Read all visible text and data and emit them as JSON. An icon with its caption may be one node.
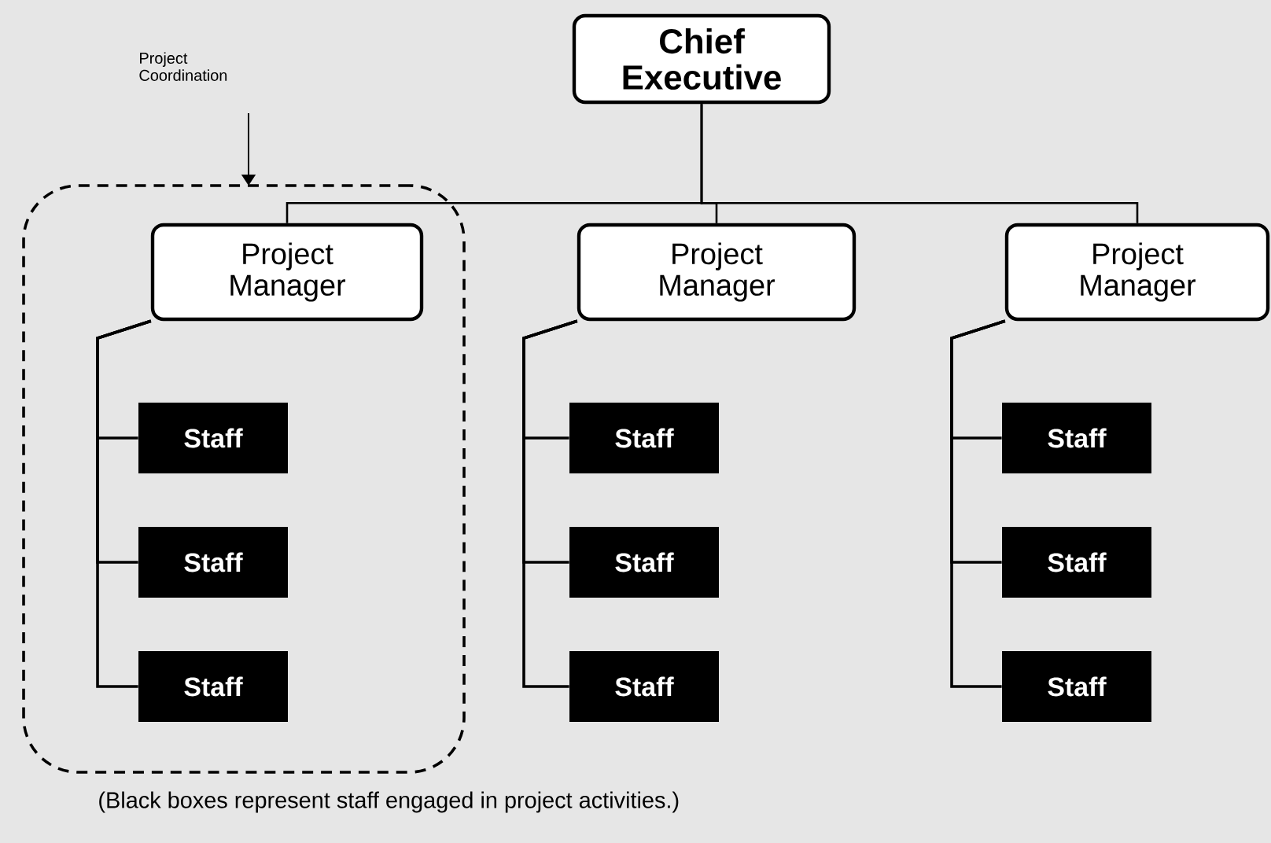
{
  "diagram": {
    "caption": "(Black boxes represent staff engaged in project activities.)",
    "nodes": [
      {
        "text": [
          "Chief Executive"
        ]
      },
      {
        "text": [
          "Project Coordination"
        ]
      },
      {
        "text": [],
        "shape": "box"
      },
      {
        "text": [
          "Project Manager"
        ],
        "in": 2
      },
      {
        "text": [
          "Project Manager"
        ]
      },
      {
        "text": [
          "Project Manager"
        ]
      },
      {
        "text": [
          "Staff"
        ],
        "in": 2
      },
      {
        "text": [
          "Staff"
        ],
        "in": 2
      },
      {
        "text": [
          "Staff"
        ],
        "in": 2
      },
      {
        "text": [
          "Staff"
        ]
      },
      {
        "text": [
          "Staff"
        ]
      },
      {
        "text": [
          "Staff"
        ]
      },
      {
        "text": [
          "Staff"
        ]
      },
      {
        "text": [
          "Staff"
        ]
      },
      {
        "text": [
          "Staff"
        ]
      }
    ],
    "edges": [
      {
        "from": 1,
        "to": 2,
        "arrow": "to"
      },
      {
        "from": 0,
        "to": 3,
        "arrow": "none"
      },
      {
        "from": 0,
        "to": 4,
        "arrow": "none"
      },
      {
        "from": 0,
        "to": 5,
        "arrow": "none"
      },
      {
        "from": 3,
        "to": 6,
        "arrow": "none"
      },
      {
        "from": 3,
        "to": 7,
        "arrow": "none"
      },
      {
        "from": 3,
        "to": 8,
        "arrow": "none"
      },
      {
        "from": 4,
        "to": 9,
        "arrow": "none"
      },
      {
        "from": 4,
        "to": 10,
        "arrow": "none"
      },
      {
        "from": 4,
        "to": 11,
        "arrow": "none"
      },
      {
        "from": 5,
        "to": 12,
        "arrow": "none"
      },
      {
        "from": 5,
        "to": 13,
        "arrow": "none"
      },
      {
        "from": 5,
        "to": 14,
        "arrow": "none"
      }
    ]
  }
}
